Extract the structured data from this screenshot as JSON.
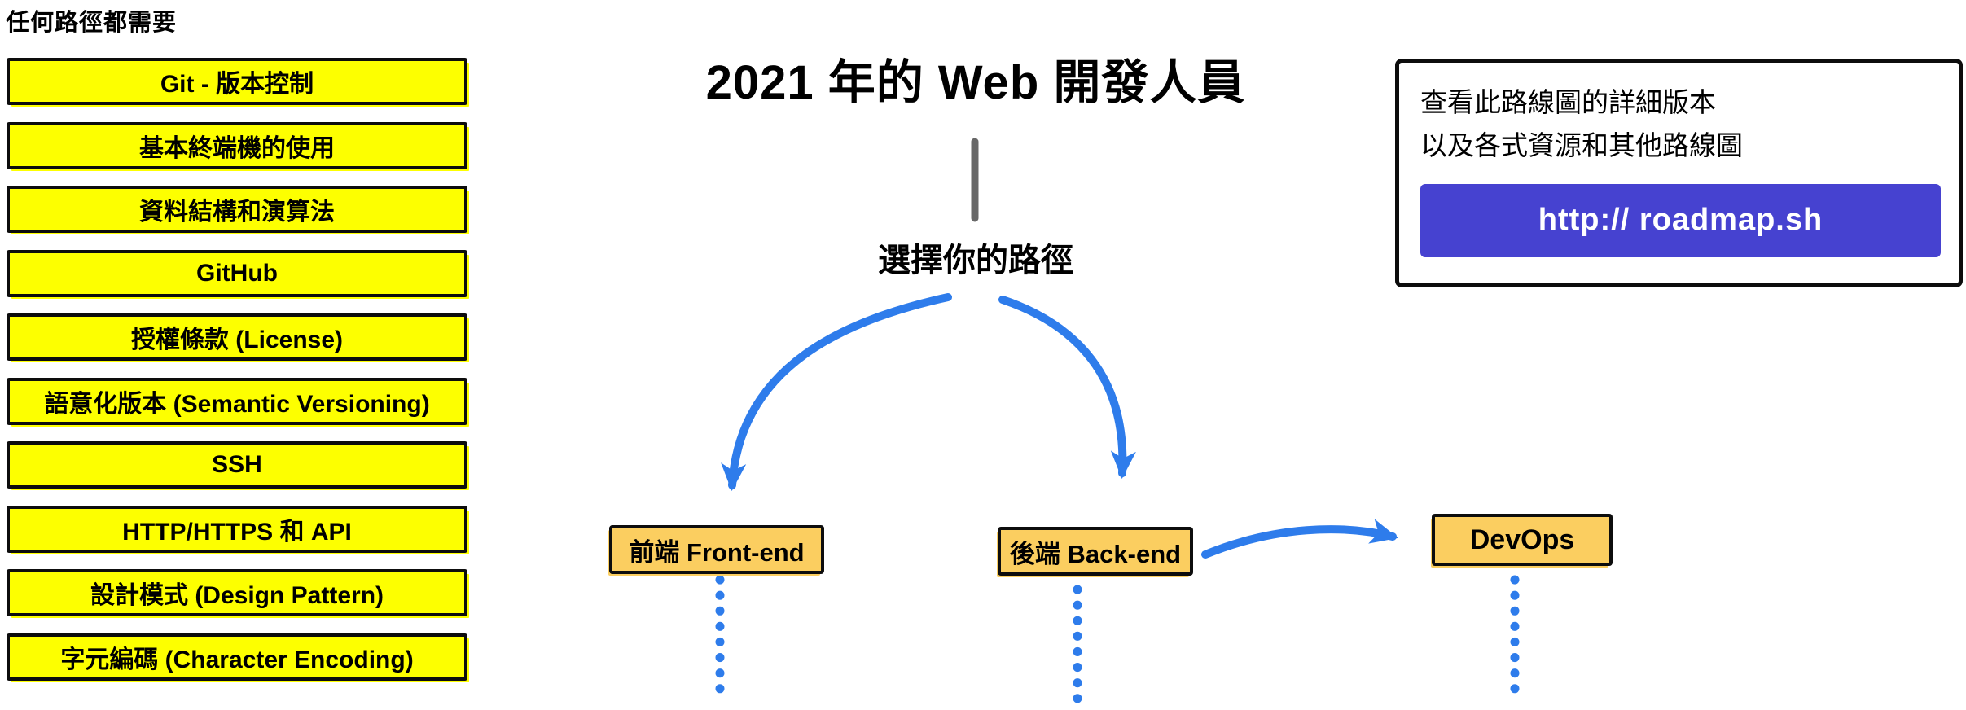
{
  "page": {
    "title": "2021 年的 Web 開發人員",
    "choose_path_label": "選擇你的路徑"
  },
  "common_requirements": {
    "heading": "任何路徑都需要",
    "items": [
      "Git - 版本控制",
      "基本終端機的使用",
      "資料結構和演算法",
      "GitHub",
      "授權條款 (License)",
      "語意化版本 (Semantic Versioning)",
      "SSH",
      "HTTP/HTTPS 和 API",
      "設計模式 (Design Pattern)",
      "字元編碼 (Character Encoding)"
    ]
  },
  "paths": {
    "frontend_label": "前端 Front-end",
    "backend_label": "後端 Back-end",
    "devops_label": "DevOps"
  },
  "info_card": {
    "line1": "查看此路線圖的詳細版本",
    "line2": "以及各式資源和其他路線圖",
    "button_label": "http:// roadmap.sh"
  },
  "colors": {
    "node_yellow": "#FDFF00",
    "node_orange": "#FBCE60",
    "arrow_blue": "#2E7CEB",
    "button_indigo": "#4642D0",
    "title_connector_gray": "#686868",
    "border_black": "#0d0d0d"
  }
}
